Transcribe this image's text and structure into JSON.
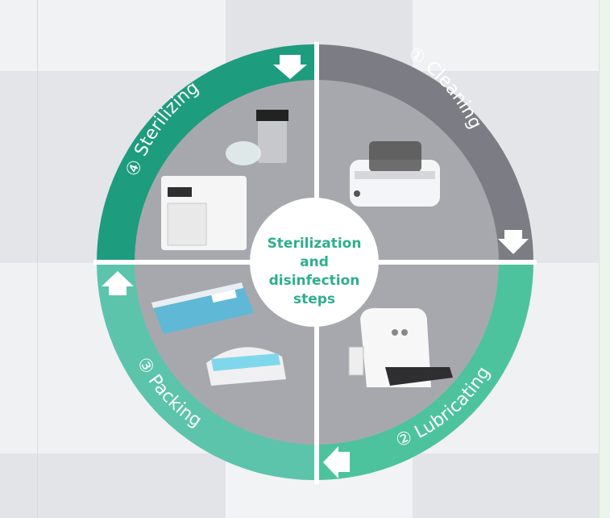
{
  "center": {
    "line1": "Sterilization",
    "line2": "and",
    "line3": "disinfection",
    "line4": "steps"
  },
  "steps": [
    {
      "number": "①",
      "label": "Cleaning",
      "color": "#7c7d84"
    },
    {
      "number": "②",
      "label": "Lubricating",
      "color": "#4cc39d"
    },
    {
      "number": "③",
      "label": "Packing",
      "color": "#5cc4ab"
    },
    {
      "number": "④",
      "label": "Sterilizing",
      "color": "#1e9c7e"
    }
  ],
  "colors": {
    "inner_disc": "#a7a8ad",
    "center_disc": "#ffffff",
    "accent_text": "#2fae8e",
    "arrow": "#ffffff"
  },
  "icons": [
    "arrow-down-icon",
    "arrow-down-icon",
    "arrow-left-icon",
    "arrow-up-icon"
  ]
}
